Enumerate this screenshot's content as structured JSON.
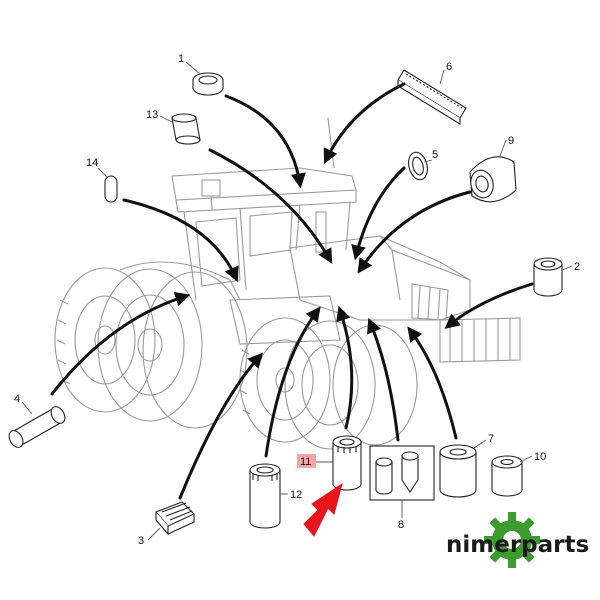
{
  "callouts": [
    {
      "id": "1",
      "label": "1"
    },
    {
      "id": "2",
      "label": "2"
    },
    {
      "id": "3",
      "label": "3"
    },
    {
      "id": "4",
      "label": "4"
    },
    {
      "id": "5",
      "label": "5"
    },
    {
      "id": "6",
      "label": "6"
    },
    {
      "id": "7",
      "label": "7"
    },
    {
      "id": "8",
      "label": "8"
    },
    {
      "id": "9",
      "label": "9"
    },
    {
      "id": "10",
      "label": "10"
    },
    {
      "id": "11",
      "label": "11"
    },
    {
      "id": "12",
      "label": "12"
    },
    {
      "id": "13",
      "label": "13"
    },
    {
      "id": "14",
      "label": "14"
    }
  ],
  "brand": {
    "name": "nimerparts"
  },
  "colors": {
    "line": "#555555",
    "arrow": "#111111",
    "highlight_arrow": "#e8141c",
    "highlight_label_bg": "#f4a6a6",
    "brand_gear": "#3d9c2f"
  }
}
